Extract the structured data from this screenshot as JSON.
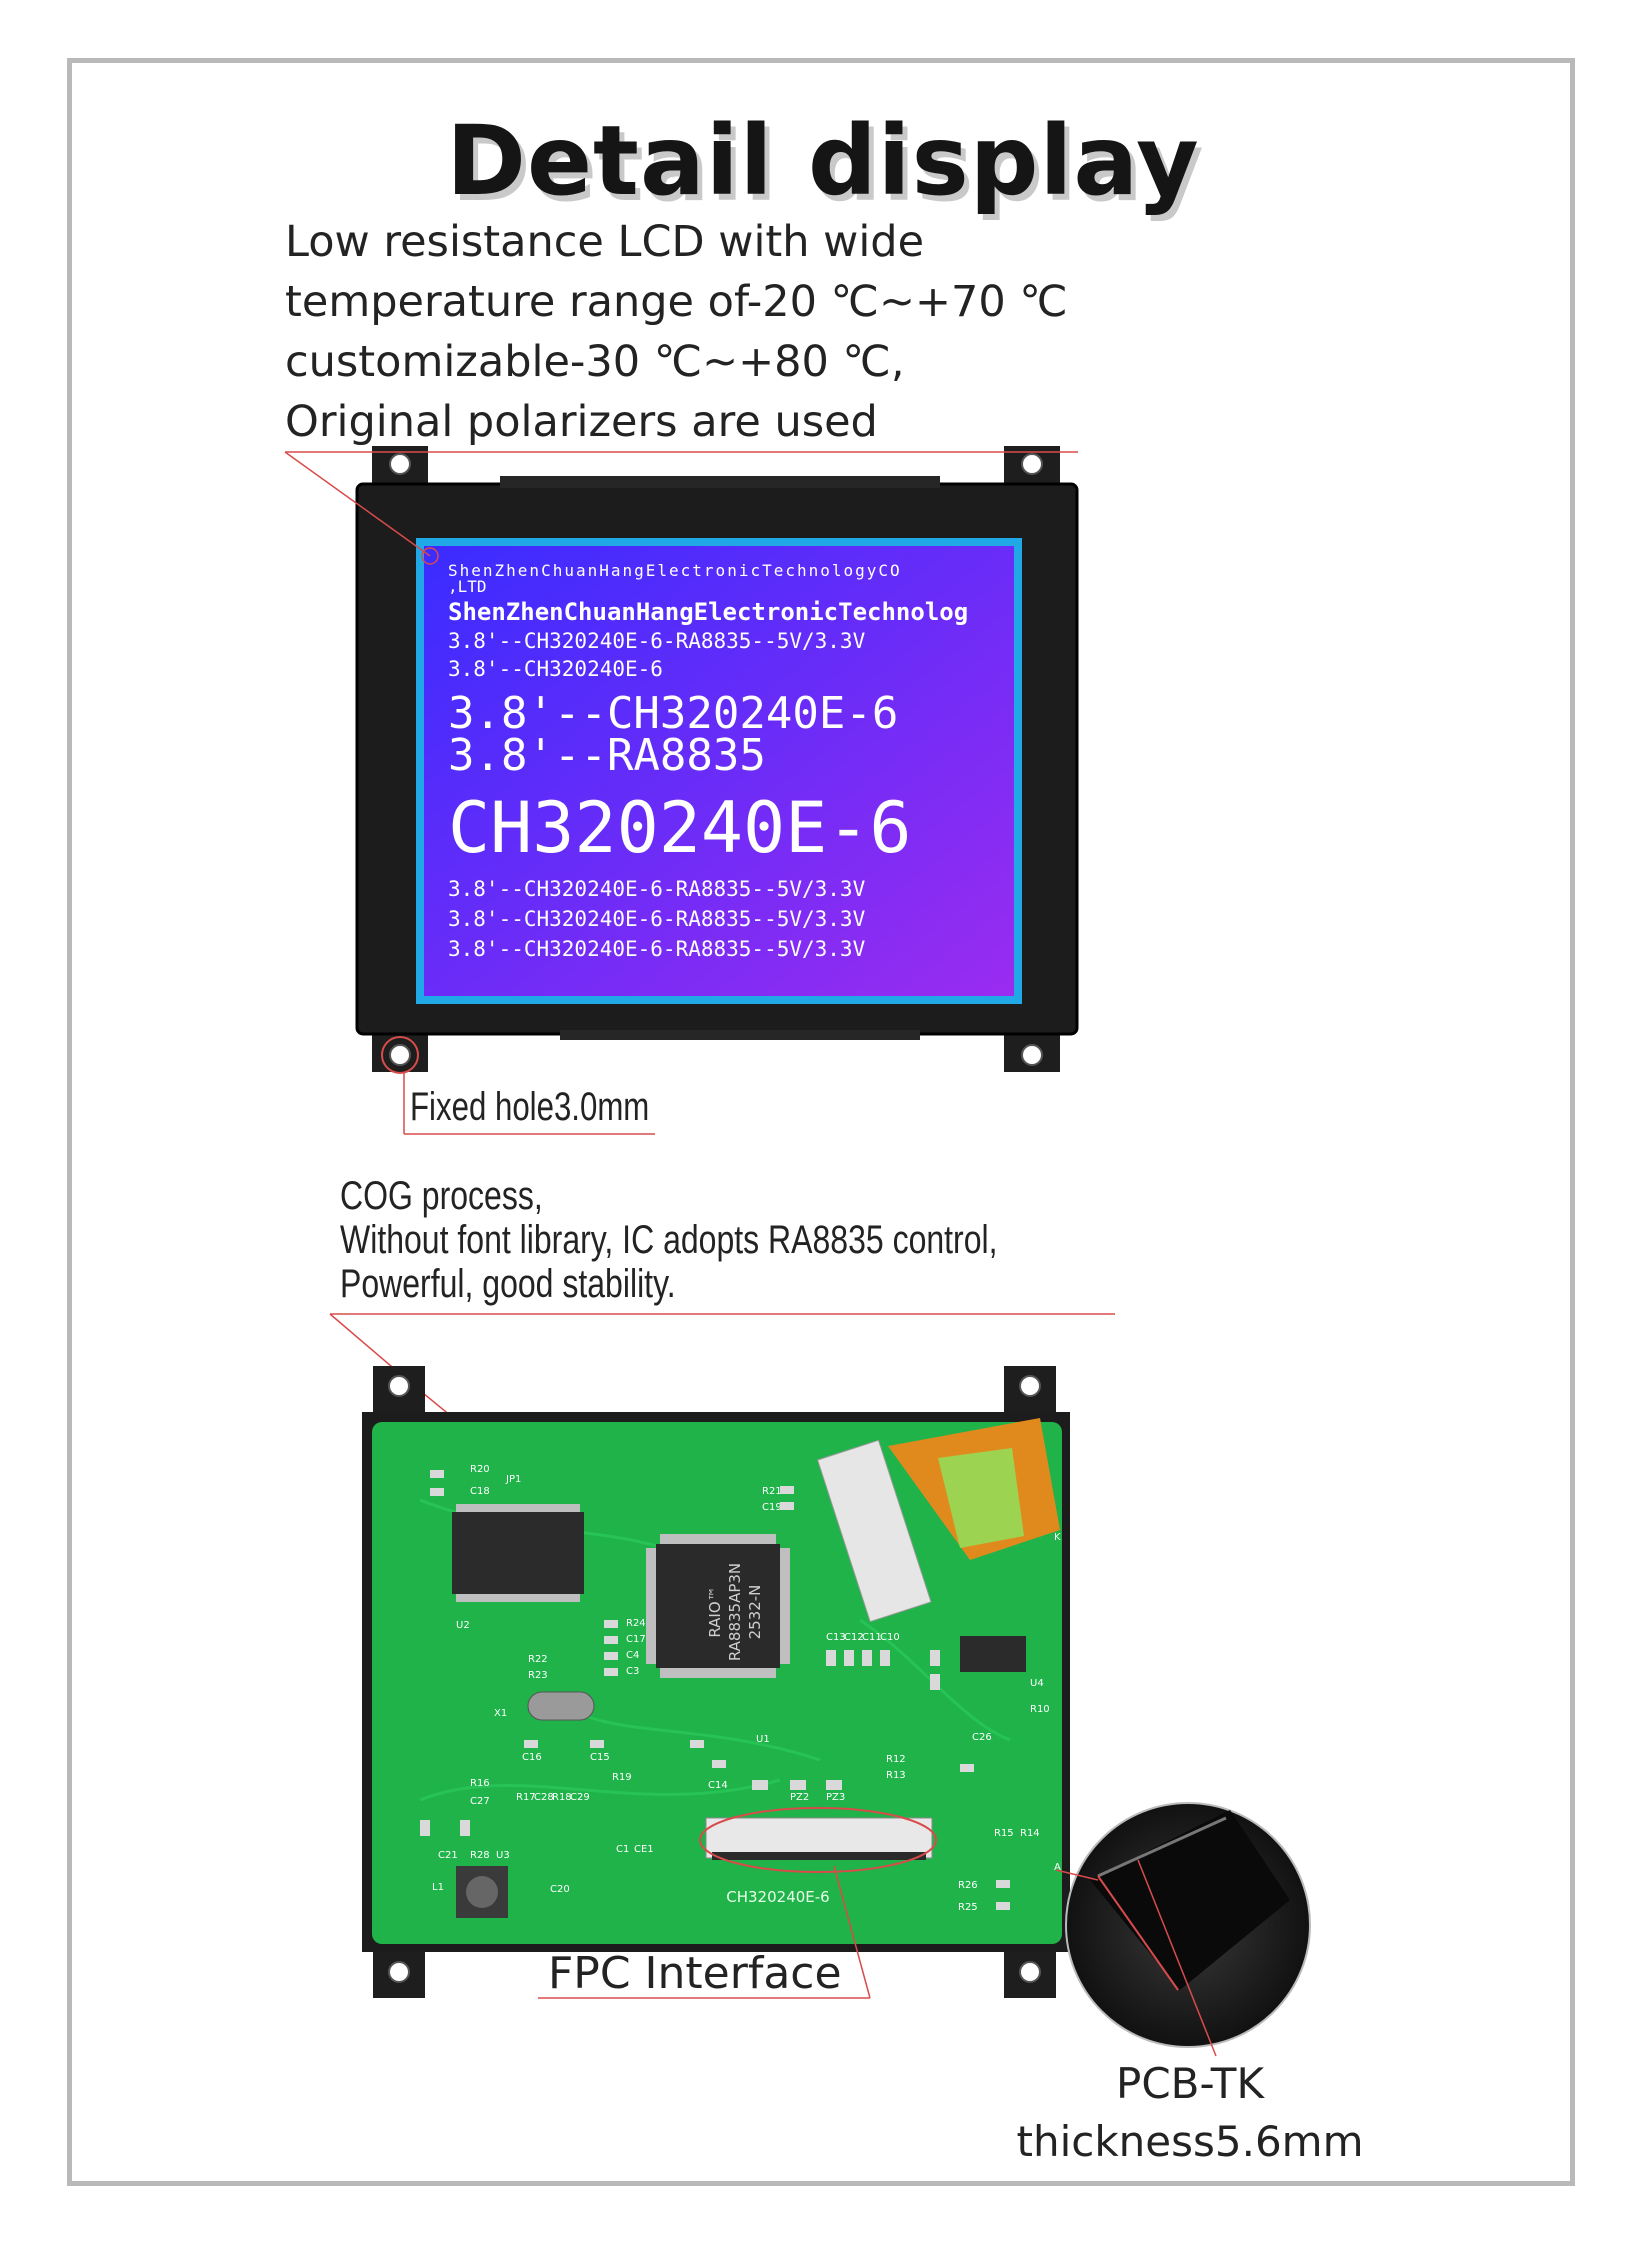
{
  "title": "Detail display",
  "feature_lcd": {
    "lines": [
      "Low resistance LCD with wide",
      "temperature range of-20 ℃~+70 ℃",
      "customizable-30 ℃~+80 ℃,",
      "Original polarizers are used"
    ]
  },
  "lcd_screen": {
    "lines": [
      "ShenZhenChuanHangElectronicTechnologyCO",
      ",LTD",
      "ShenZhenChuanHangElectronicTechnolog",
      "3.8'--CH320240E-6-RA8835--5V/3.3V",
      "3.8'--CH320240E-6",
      "3.8'--CH320240E-6",
      "3.8'--RA8835",
      "CH320240E-6",
      "3.8'--CH320240E-6-RA8835--5V/3.3V",
      "3.8'--CH320240E-6-RA8835--5V/3.3V",
      "3.8'--CH320240E-6-RA8835--5V/3.3V"
    ]
  },
  "fixed_hole_label": "Fixed hole3.0mm",
  "feature_cog": {
    "lines": [
      "COG process,",
      "Without font library, IC adopts RA8835 control,",
      "Powerful, good stability."
    ]
  },
  "pcb": {
    "ic_main": [
      "RAIO™",
      "RA8835AP3N",
      "2532-N"
    ],
    "board_mark": "CH320240E-6",
    "silk_labels": [
      "R20",
      "C18",
      "JP1",
      "U2",
      "R21",
      "C19",
      "R24",
      "C17",
      "C4",
      "C3",
      "R22",
      "R23",
      "X1",
      "C16",
      "C15",
      "R19",
      "C14",
      "R16",
      "C27",
      "R17",
      "C28",
      "R18",
      "C29",
      "R28",
      "U3",
      "L1",
      "C20",
      "C21",
      "C13",
      "C12",
      "C11",
      "C10",
      "U1",
      "PZ2",
      "PZ3",
      "R12",
      "R13",
      "R14",
      "R15",
      "R10",
      "C26",
      "U4",
      "R26",
      "R25",
      "C1",
      "CE1",
      "K",
      "A"
    ]
  },
  "fpc_label": "FPC Interface",
  "pcb_tk_label": [
    "PCB-TK",
    "thickness5.6mm"
  ],
  "colors": {
    "lcd_blue": "#3a2cff",
    "lcd_violet": "#9a2cf0",
    "pcb_green": "#1fb34a",
    "frame_black": "#1c1c1c",
    "callout_red": "#d94b4b"
  }
}
